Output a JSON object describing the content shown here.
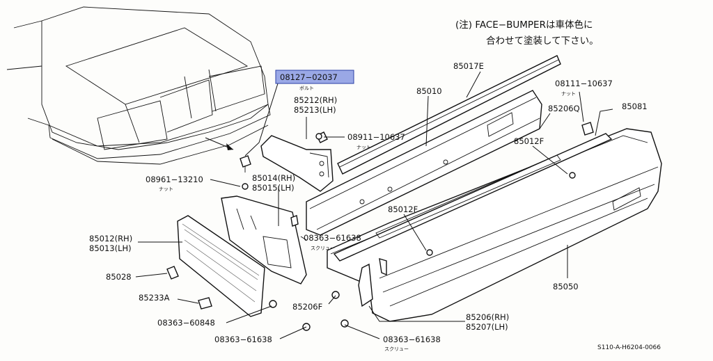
{
  "note": {
    "line1": "(注) FACE−BUMPERは車体色に",
    "line2": "合わせて塗装して下さい。"
  },
  "labels": {
    "bolt_08127": "08127−02037",
    "bolt_08127_sub": "ボルト",
    "p85017E": "85017E",
    "p85010": "85010",
    "p85212": "85212(RH)",
    "p85213": "85213(LH)",
    "nut_08911": "08911−10637",
    "nut_08911_sub": "ナット",
    "nut_08111": "08111−10637",
    "nut_08111_sub": "ナット",
    "p85206Q": "85206Q",
    "p85081": "85081",
    "p85012F_a": "85012F",
    "nut_08961": "08961−13210",
    "nut_08961_sub": "ナット",
    "p85014": "85014(RH)",
    "p85015": "85015(LH)",
    "p85012F_b": "85012F",
    "p85012": "85012(RH)",
    "p85013": "85013(LH)",
    "scr_08363a": "08363−61638",
    "scr_08363a_sub": "スクリュー",
    "p85028": "85028",
    "p85050": "85050",
    "p85233A": "85233A",
    "p85206F": "85206F",
    "scr_08363_60848": "08363−60848",
    "p85206": "85206(RH)",
    "p85207": "85207(LH)",
    "scr_08363b": "08363−61638",
    "scr_08363c": "08363−61638",
    "scr_08363c_sub": "スクリュー",
    "diagram_code": "S110-A-H6204-0066"
  }
}
